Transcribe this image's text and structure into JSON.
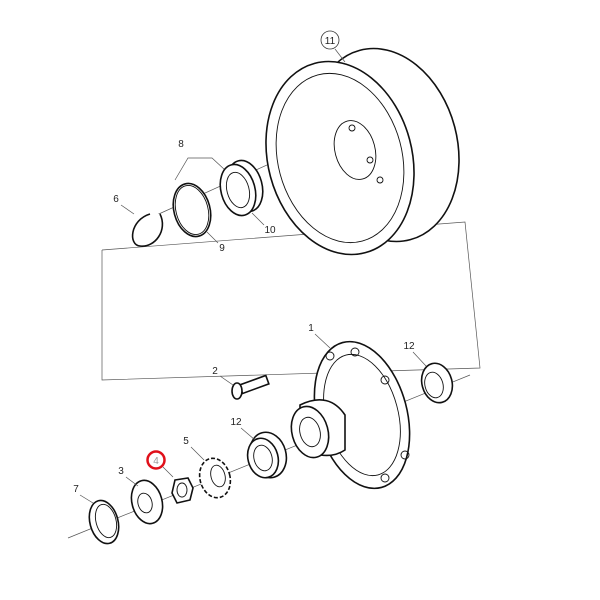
{
  "diagram": {
    "callouts": {
      "drum": "11",
      "seal_group": "8",
      "snap_ring": "6",
      "bearing_outer": "10",
      "o_ring": "9",
      "hub": "1",
      "bearing_rear": "12",
      "wheel_stud": "2",
      "bearing_front": "12",
      "lock_nut": "5",
      "nut": "4",
      "lock_washer": "3",
      "seal_ring": "7"
    },
    "highlight_color": "#e0101a"
  }
}
